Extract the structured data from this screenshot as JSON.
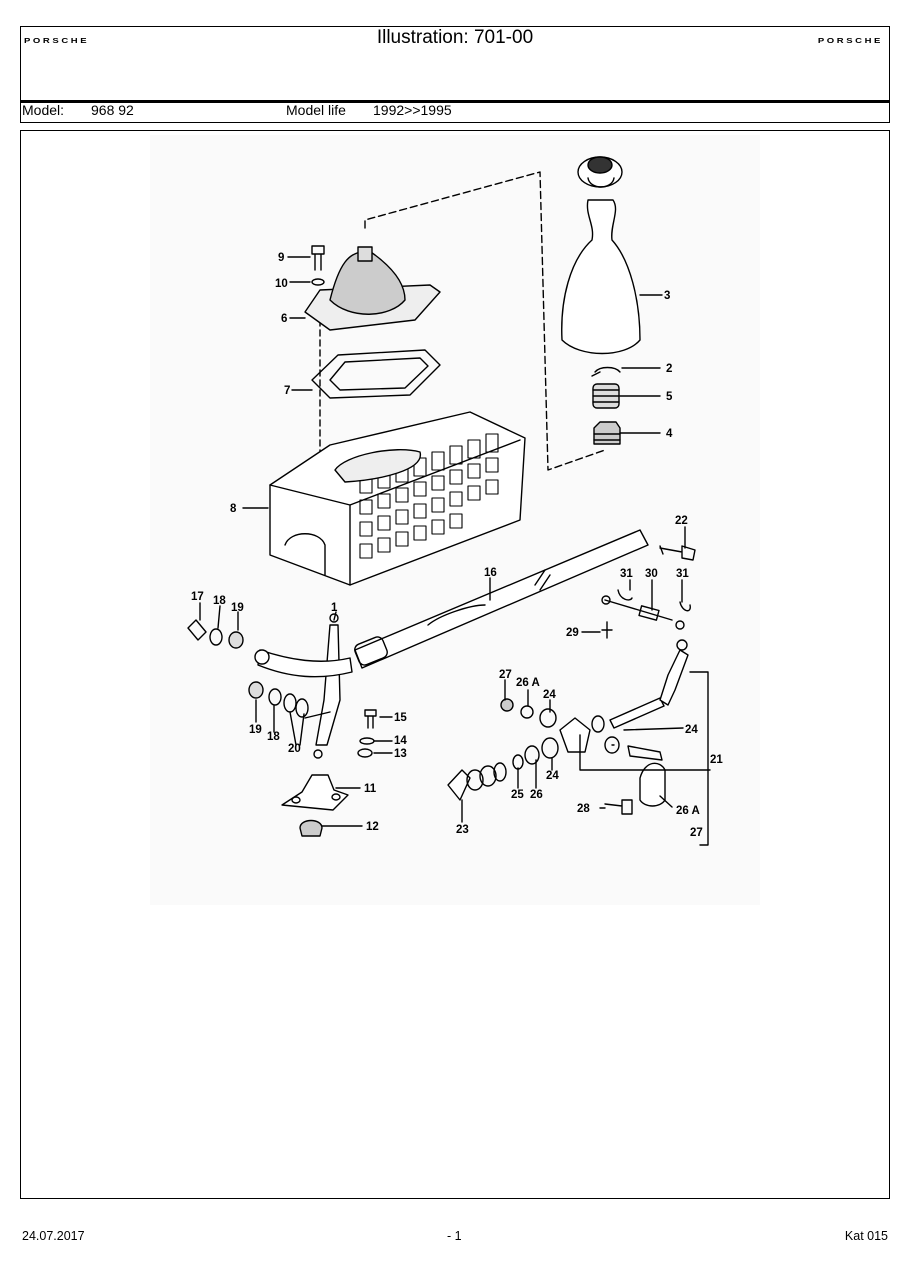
{
  "header": {
    "brand_left": "PORSCHE",
    "brand_right": "PORSCHE",
    "title": "Illustration: 701-00",
    "model_label": "Model:",
    "model_value": "968 92",
    "model_life_label": "Model life",
    "model_life_value": "1992>>1995"
  },
  "diagram": {
    "callouts": [
      "1",
      "2",
      "3",
      "4",
      "5",
      "6",
      "7",
      "8",
      "9",
      "10",
      "11",
      "12",
      "13",
      "14",
      "15",
      "16",
      "17",
      "18",
      "19",
      "20",
      "21",
      "22",
      "23",
      "24",
      "25",
      "26",
      "26 A",
      "27",
      "28",
      "29",
      "30",
      "31"
    ]
  },
  "footer": {
    "date": "24.07.2017",
    "page": "- 1",
    "catalog": "Kat 015"
  },
  "colors": {
    "line": "#000000",
    "background": "#ffffff"
  }
}
